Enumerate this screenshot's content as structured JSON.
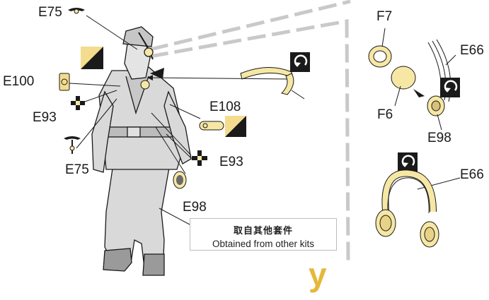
{
  "labels": {
    "e75_top": "E75",
    "e100": "E100",
    "e93_left": "E93",
    "e75_bottom": "E75",
    "e108": "E108",
    "e93_right": "E93",
    "e98_figure": "E98",
    "f7": "F7",
    "f6": "F6",
    "e66_top": "E66",
    "e98_right": "E98",
    "e66_bottom": "E66"
  },
  "note": {
    "chinese": "取自其他套件",
    "english": "Obtained from other kits"
  },
  "step_letter": "y",
  "colors": {
    "part_fill": "#f6e7a4",
    "decal_fill": "#f3dc8e",
    "step_letter": "#e4b83a",
    "figure_fill": "#d6d6d6",
    "line": "#1a1a1a",
    "dash_panel": "#c9c9c9"
  },
  "icons": [
    "eagle-icon",
    "iron-cross-icon",
    "rotate-arrow-icon",
    "paint-swatch-icon",
    "arrow-icon"
  ]
}
